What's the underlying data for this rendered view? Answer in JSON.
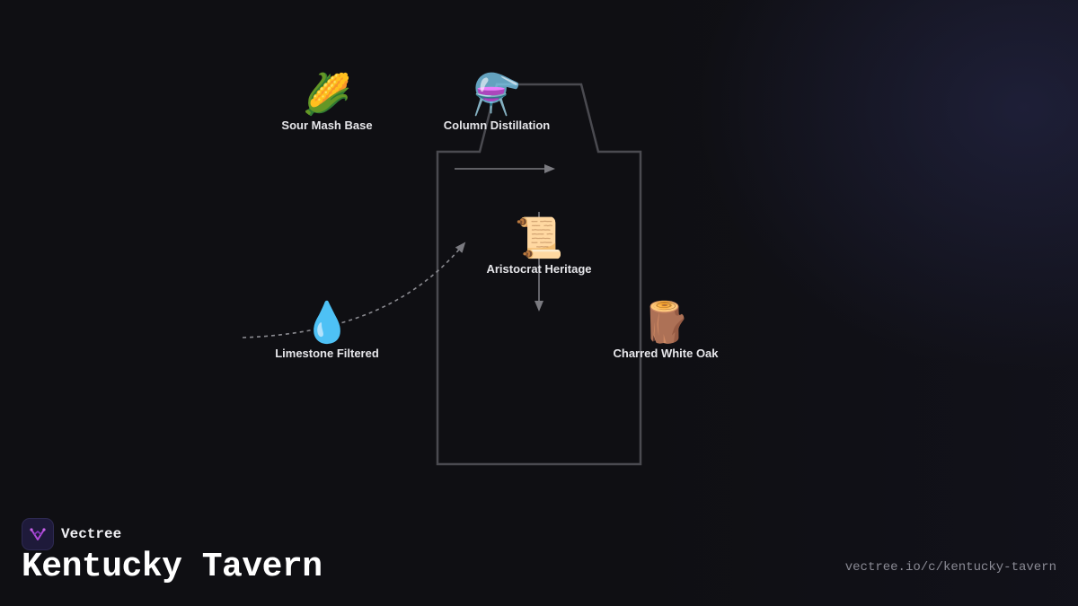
{
  "nodes": {
    "sour_mash": {
      "label": "Sour Mash Base",
      "icon": "🌽",
      "icon_name": "corn-icon"
    },
    "column_distillation": {
      "label": "Column Distillation",
      "icon": "⚗️",
      "icon_name": "alembic-icon"
    },
    "aristocrat_heritage": {
      "label": "Aristocrat Heritage",
      "icon": "📜",
      "icon_name": "scroll-icon"
    },
    "limestone_filtered": {
      "label": "Limestone Filtered",
      "icon": "💧",
      "icon_name": "water-drop-icon"
    },
    "charred_white_oak": {
      "label": "Charred White Oak",
      "icon": "🪵",
      "icon_name": "wood-log-icon"
    }
  },
  "brand": {
    "name": "Vectree"
  },
  "title": "Kentucky Tavern",
  "url": "vectree.io/c/kentucky-tavern",
  "colors": {
    "background": "#0f0f13",
    "bottle_outline": "#4a4a50",
    "arrow": "#7a7a80",
    "logo_accent": "#b04ad8"
  }
}
